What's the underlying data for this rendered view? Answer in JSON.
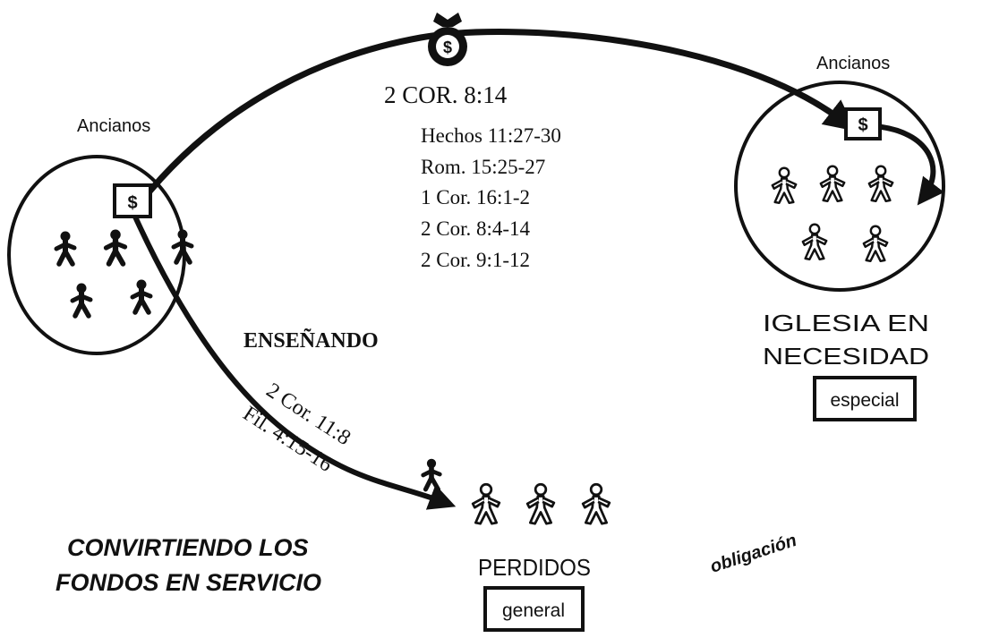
{
  "diagram": {
    "left_group": {
      "label": "Ancianos"
    },
    "right_group": {
      "label": "Ancianos",
      "title_line1": "IGLESIA EN",
      "title_line2": "NECESIDAD",
      "badge": "especial"
    },
    "lost_group": {
      "title": "PERDIDOS",
      "badge": "general"
    },
    "top_reference": "2 COR. 8:14",
    "references": [
      "Hechos 11:27-30",
      "Rom. 15:25-27",
      "1 Cor. 16:1-2",
      "2 Cor. 8:4-14",
      "2 Cor. 9:1-12"
    ],
    "teaching_label": "ENSEÑANDO",
    "teaching_refs": [
      "2 Cor. 11:8",
      "Fil. 4:15-16"
    ],
    "obligation_label": "obligación",
    "caption_line1": "CONVIRTIENDO LOS",
    "caption_line2": "FONDOS EN SERVICIO",
    "money_symbol": "$",
    "colors": {
      "ink": "#111111",
      "background": "#ffffff"
    }
  }
}
